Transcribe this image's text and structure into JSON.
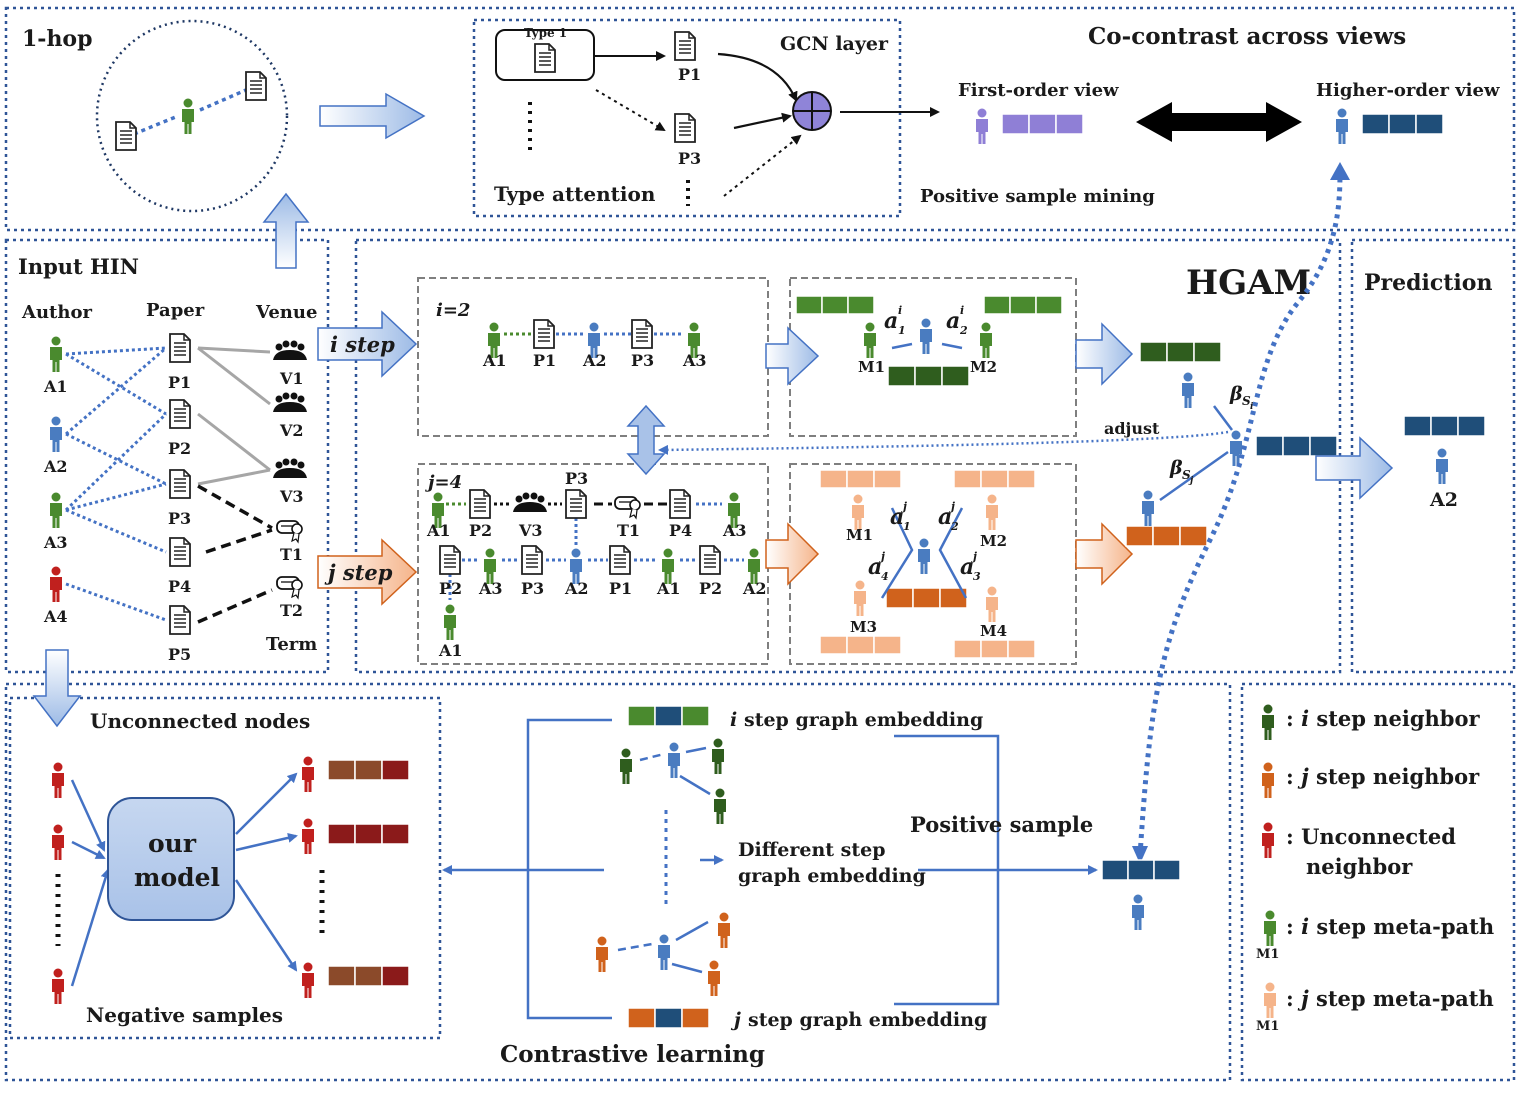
{
  "colors": {
    "border": "#2f5597",
    "edge": "#4472c4",
    "green": "#4a8a2e",
    "dark_green": "#2f5d1e",
    "blue": "#4a7cc0",
    "purple": "#8f7fd6",
    "navy": "#1f4e79",
    "red": "#c0201e",
    "dark_red": "#8b1a1a",
    "brown": "#8b4a2a",
    "orange": "#d0621c",
    "peach": "#f5b48a",
    "gray": "#a6a6a6"
  },
  "top": {
    "hop_label": "1-hop",
    "type_label": "Type 1",
    "p1": "P1",
    "p3": "P3",
    "gcn_label": "GCN layer",
    "type_attention": "Type attention",
    "cocontrast_title": "Co-contrast across views",
    "first_order": "First-order view",
    "higher_order": "Higher-order view",
    "positive_mining": "Positive sample mining"
  },
  "input": {
    "title": "Input HIN",
    "author": "Author",
    "paper": "Paper",
    "venue": "Venue",
    "term": "Term",
    "authors": [
      "A1",
      "A2",
      "A3",
      "A4"
    ],
    "papers": [
      "P1",
      "P2",
      "P3",
      "P4",
      "P5"
    ],
    "venues": [
      "V1",
      "V2",
      "V3"
    ],
    "terms": [
      "T1",
      "T2"
    ]
  },
  "hgam": {
    "title": "HGAM",
    "i_step": "i step",
    "j_step": "j step",
    "i_eq": "i=2",
    "j_eq": "j=4",
    "i_path": [
      "A1",
      "P1",
      "A2",
      "P3",
      "A3"
    ],
    "j_row1": [
      "A1",
      "P2",
      "V3",
      "P3",
      "T1",
      "P4",
      "A3"
    ],
    "j_row2": [
      "P2",
      "A3",
      "P3",
      "A2",
      "P1",
      "A1",
      "P2",
      "A2"
    ],
    "j_extra": "A1",
    "a1i": "a",
    "a2i": "a",
    "a1j": "a",
    "a2j": "a",
    "a3j": "a",
    "a4j": "a",
    "sub_i": "1",
    "sub_i2": "2",
    "sup_i": "i",
    "sup_j": "j",
    "sub_3": "3",
    "sub_4": "4",
    "m1": "M1",
    "m2": "M2",
    "m3": "M3",
    "m4": "M4",
    "adjust": "adjust",
    "beta": "β",
    "beta_sub_i": "S",
    "beta_sub_j": "S",
    "beta_i_idx": "i",
    "beta_j_idx": "j"
  },
  "prediction": {
    "title": "Prediction",
    "result": "A2"
  },
  "negative": {
    "unconnected": "Unconnected nodes",
    "model_line1": "our",
    "model_line2": "model",
    "negative_samples": "Negative samples"
  },
  "contrastive": {
    "i_step_embed": "step graph embedding",
    "j_step_embed": "step graph embedding",
    "i_letter": "i",
    "j_letter": "j",
    "different_1": "Different step",
    "different_2": "graph embedding",
    "positive": "Positive sample",
    "title": "Contrastive learning"
  },
  "legend": {
    "items": [
      {
        "key": ": ",
        "italic": "i",
        "rest": " step neighbor"
      },
      {
        "key": ": ",
        "italic": "j",
        "rest": " step neighbor"
      },
      {
        "key": ": ",
        "italic": "",
        "rest": "Unconnected"
      },
      {
        "key": ": ",
        "italic": "i",
        "rest": " step meta-path"
      },
      {
        "key": ": ",
        "italic": "j",
        "rest": " step meta-path"
      }
    ],
    "unconnected_line2": "neighbor",
    "m1a": "M1",
    "m1b": "M1"
  }
}
